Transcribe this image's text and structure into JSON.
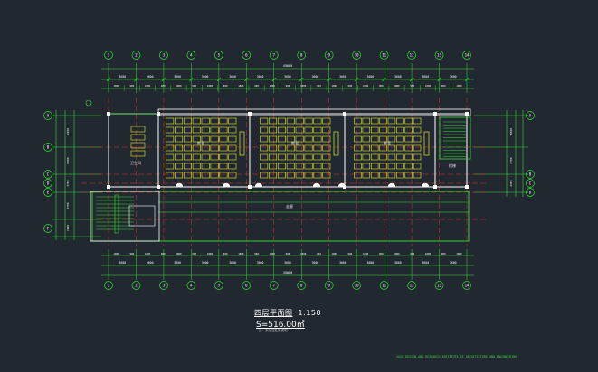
{
  "drawing": {
    "title": "四层平面图",
    "scale": "1:150",
    "area": "S=516.00㎡",
    "note": "注：未标注处见说明",
    "footer": "XXXX DESIGN AND RESEARCH INSTITUTE OF ARCHITECTURE AND ENGINEERING"
  },
  "axes": {
    "horizontal": [
      "1",
      "2",
      "3",
      "4",
      "5",
      "6",
      "7",
      "8",
      "9",
      "10",
      "11",
      "12",
      "13",
      "14"
    ],
    "vertical_left": [
      "A",
      "B",
      "C",
      "D",
      "E",
      "F"
    ],
    "vertical_right": [
      "A",
      "B",
      "C",
      "D"
    ]
  },
  "dimensions": {
    "overall": "45000",
    "bay": "3600",
    "top_detail": [
      "1800",
      "900",
      "1800",
      "900",
      "1800",
      "900",
      "1800",
      "900",
      "1800",
      "900",
      "1800",
      "900",
      "1800",
      "900",
      "1800",
      "900",
      "1800",
      "900",
      "1800",
      "900",
      "1800",
      "900",
      "1800"
    ],
    "left_side": [
      "2400",
      "6600",
      "2700",
      "2700",
      "2100"
    ],
    "right_side": [
      "6600",
      "2700",
      "2400"
    ]
  },
  "rooms": [
    {
      "label": "教室"
    },
    {
      "label": "教室"
    },
    {
      "label": "教室"
    },
    {
      "label": "楼梯"
    },
    {
      "label": "卫生间"
    },
    {
      "label": "走廊"
    }
  ],
  "colors": {
    "background": "#212830",
    "lines": "#33e233",
    "walls": "#ffffff",
    "axis": "#e23333",
    "furniture": "#e6e633",
    "text": "#ffffff"
  }
}
